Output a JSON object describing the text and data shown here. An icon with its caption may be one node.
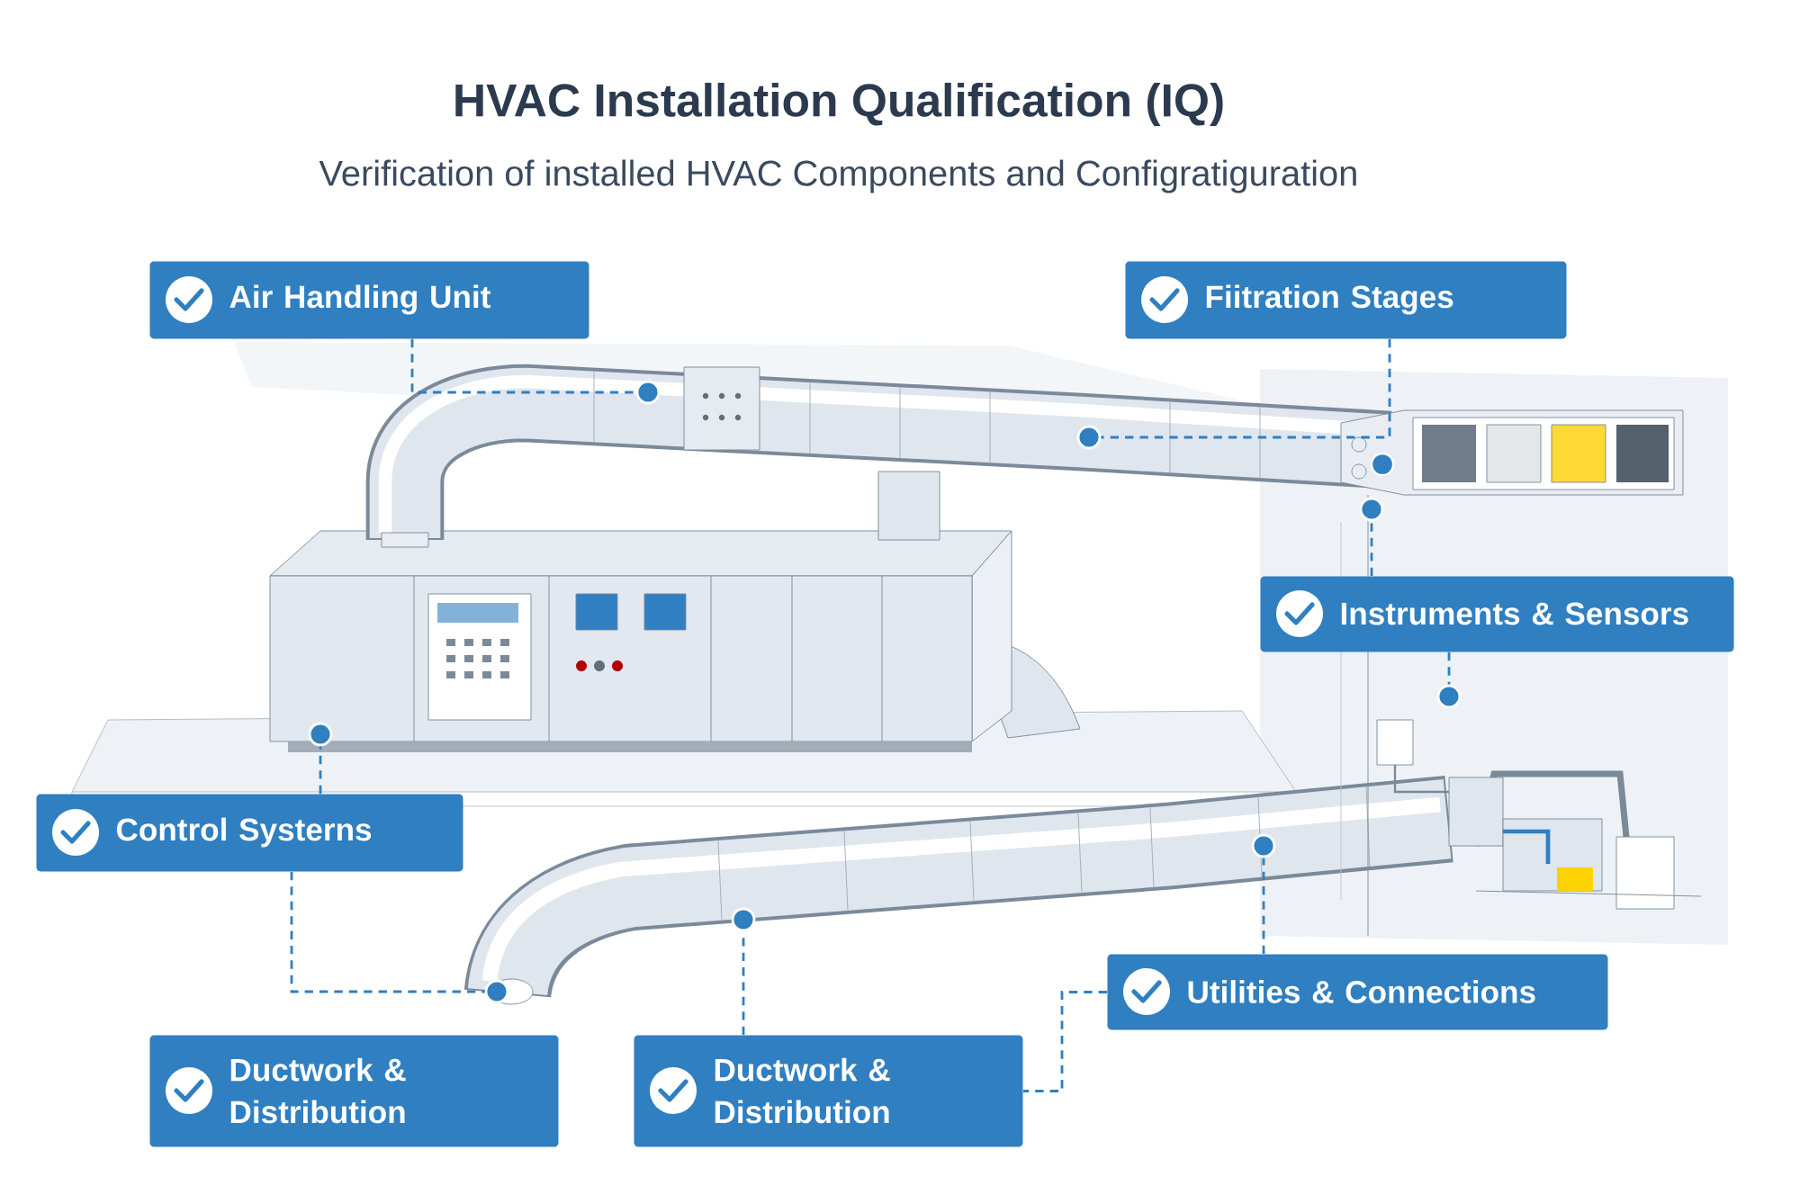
{
  "diagram": {
    "title": "HVAC Installation Qualification (IQ)",
    "nodes": [
      {
        "text": [
          "Air Handling Unit"
        ]
      },
      {
        "text": [
          "Fiitration Stages"
        ]
      },
      {
        "text": [
          "Instruments & Sensors"
        ]
      },
      {
        "text": [
          "Control Systerns"
        ]
      },
      {
        "text": [
          "Ductwork & Distribution"
        ]
      },
      {
        "text": [
          "Ductwork & Distribution"
        ]
      },
      {
        "text": [
          "Utilities & Connections"
        ]
      },
      {
        "text": [],
        "shape": "circle"
      },
      {
        "text": [],
        "shape": "circle"
      },
      {
        "text": [],
        "shape": "circle"
      },
      {
        "text": [],
        "shape": "circle"
      },
      {
        "text": [],
        "shape": "circle"
      },
      {
        "text": [],
        "shape": "circle"
      },
      {
        "text": [],
        "shape": "circle"
      },
      {
        "text": [],
        "shape": "circle"
      }
    ],
    "edges": [
      {
        "from": 0,
        "to": 7,
        "arrow": "none",
        "style": "dashed"
      },
      {
        "from": 1,
        "to": 8,
        "arrow": "none",
        "style": "dashed"
      },
      {
        "from": 2,
        "to": 9,
        "arrow": "none",
        "style": "dashed"
      },
      {
        "from": 2,
        "to": 10,
        "arrow": "none",
        "style": "dashed"
      },
      {
        "from": 3,
        "to": 11,
        "arrow": "none",
        "style": "dashed"
      },
      {
        "from": 3,
        "to": 12,
        "arrow": "none",
        "style": "dashed"
      },
      {
        "from": 5,
        "to": 13,
        "arrow": "none",
        "style": "dashed"
      },
      {
        "from": 6,
        "to": 14,
        "arrow": "none",
        "style": "dashed"
      },
      {
        "from": 6,
        "to": 5,
        "arrow": "none",
        "style": "dashed"
      }
    ],
    "labels": [
      "Verification of installed HVAC Components and Configratiguration"
    ]
  }
}
